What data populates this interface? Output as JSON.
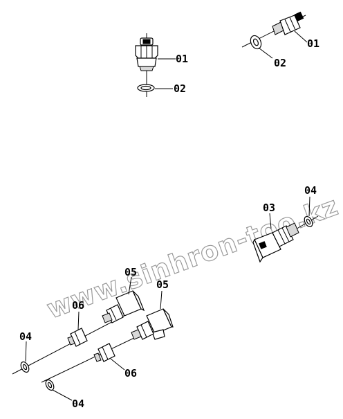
{
  "watermark": "www.sinhron-too.kz",
  "callouts": {
    "a01": "01",
    "a02": "02",
    "b01": "01",
    "b02": "02",
    "c03": "03",
    "c04": "04",
    "d05": "05",
    "d06": "06",
    "d04": "04",
    "e05": "05",
    "e06": "06",
    "e04": "04"
  }
}
